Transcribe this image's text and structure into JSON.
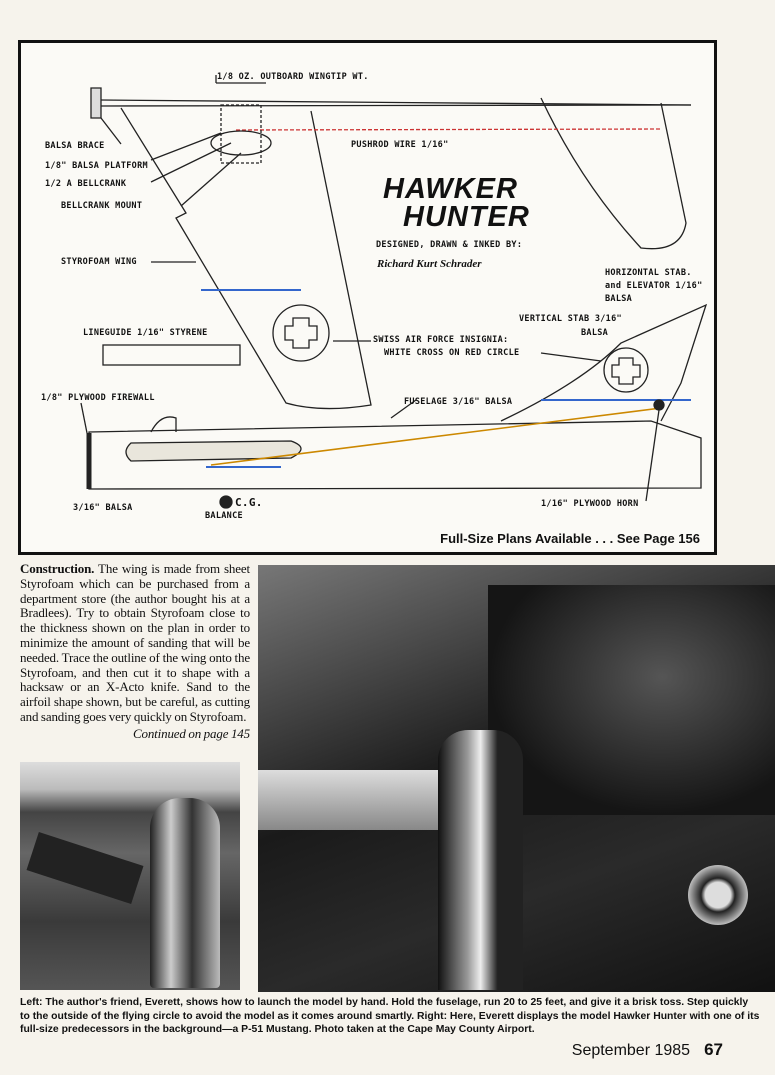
{
  "plan": {
    "title_line1": "HAWKER",
    "title_line2": "HUNTER",
    "credit": "DESIGNED, DRAWN & INKED BY:",
    "author_signature": "Richard Kurt Schrader",
    "labels": {
      "wingtip_weight": "1/8 OZ. OUTBOARD WINGTIP WT.",
      "balsa_brace": "BALSA BRACE",
      "platform": "1/8\" BALSA PLATFORM",
      "bellcrank": "1/2 A BELLCRANK",
      "bellcrank_mount": "BELLCRANK MOUNT",
      "pushrod": "PUSHROD WIRE 1/16\"",
      "wing": "STYROFOAM WING",
      "hstab_1": "HORIZONTAL STAB.",
      "hstab_2": "and ELEVATOR 1/16\"",
      "hstab_3": "BALSA",
      "vstab_1": "VERTICAL STAB 3/16\"",
      "vstab_2": "BALSA",
      "lineguide": "LINEGUIDE 1/16\" STYRENE",
      "insignia_1": "SWISS AIR FORCE INSIGNIA:",
      "insignia_2": "WHITE CROSS ON RED CIRCLE",
      "firewall": "1/8\" PLYWOOD FIREWALL",
      "fuselage": "FUSELAGE 3/16\" BALSA",
      "nose_balsa": "3/16\" BALSA",
      "cg": "C.G.",
      "balance": "BALANCE",
      "horn": "1/16\" PLYWOOD HORN"
    },
    "full_size_note": "Full-Size Plans Available . . . See Page 156"
  },
  "article": {
    "lead": "Construction.",
    "body": " The wing is made from sheet Styrofoam which can be purchased from a department store (the author bought his at a Bradlees). Try to obtain Styrofoam close to the thickness shown on the plan in order to minimize the amount of sanding that will be needed. Trace the outline of the wing onto the Styrofoam, and then cut it to shape with a hacksaw or an X-Acto knife. Sand to the airfoil shape shown, but be careful, as cutting and sanding goes very quickly on Styrofoam.",
    "continued": "Continued on page 145"
  },
  "caption": "Left: The author's friend, Everett, shows how to launch the model by hand. Hold the fuselage, run 20 to 25 feet, and give it a brisk toss. Step quickly to the outside of the flying circle to avoid the model as it comes around smartly. Right: Here, Everett displays the model Hawker Hunter with one of its full-size predecessors in the background—a P-51 Mustang. Photo taken at the Cape May County Airport.",
  "footer": {
    "issue": "September 1985",
    "page": "67"
  }
}
